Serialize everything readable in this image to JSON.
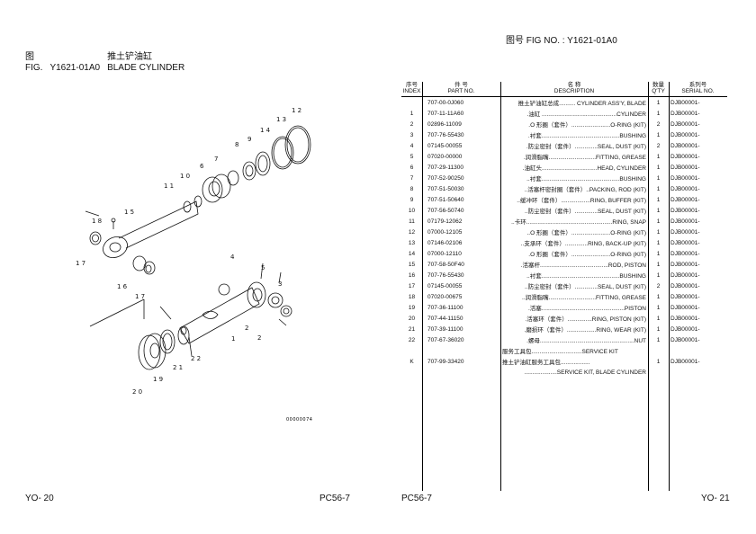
{
  "left_page": {
    "title_zh_prefix": "图",
    "title_en_prefix": "FIG.",
    "fig_no": "Y1621-01A0",
    "title_zh": "推土铲油缸",
    "title_en": "BLADE CYLINDER",
    "footer_left": "YO- 20",
    "footer_right": "PC56-7"
  },
  "right_page": {
    "fig_header": "图号  FIG NO.  : Y1621-01A0",
    "footer_left": "PC56-7",
    "footer_right": "YO- 21",
    "columns": {
      "index_zh": "序号",
      "index_en": "INDEX",
      "part_zh": "件    号",
      "part_en": "PART NO.",
      "desc_zh": "名            称",
      "desc_en": "DESCRIPTION",
      "qty_zh": "数量",
      "qty_en": "Q'TY",
      "serial_zh": "系列号",
      "serial_en": "SERIAL NO."
    },
    "rows": [
      {
        "index": "",
        "part": "707-00-0J060",
        "desc": "推土铲油缸总成.......... CYLINDER ASS'Y, BLADE",
        "qty": "1",
        "serial": "DJB00001-"
      },
      {
        "index": "1",
        "part": "707-11-11A60",
        "desc": ".油缸 ..............................................CYLINDER",
        "qty": "1",
        "serial": "DJB00001-"
      },
      {
        "index": "2",
        "part": "02896-11009",
        "desc": ".O 形圈（套件）........................O-RING (KIT)",
        "qty": "2",
        "serial": "DJB00001-"
      },
      {
        "index": "3",
        "part": "707-76-55430",
        "desc": ".衬套................................................BUSHING",
        "qty": "1",
        "serial": "DJB00001-"
      },
      {
        "index": "4",
        "part": "07145-00055",
        "desc": ".防尘密封（套件）..............SEAL, DUST (KIT)",
        "qty": "2",
        "serial": "DJB00001-"
      },
      {
        "index": "5",
        "part": "07020-00000",
        "desc": ".润滑脂嘴.............................FITTING, GREASE",
        "qty": "1",
        "serial": "DJB00001-"
      },
      {
        "index": "6",
        "part": "707-29-11300",
        "desc": ".油缸头..................................HEAD, CYLINDER",
        "qty": "1",
        "serial": "DJB00001-"
      },
      {
        "index": "7",
        "part": "707-52-90250",
        "desc": "..衬套................................................BUSHING",
        "qty": "1",
        "serial": "DJB00001-"
      },
      {
        "index": "8",
        "part": "707-51-50030",
        "desc": "..活塞杆密封圈（套件）..PACKING, ROD (KIT)",
        "qty": "1",
        "serial": "DJB00001-"
      },
      {
        "index": "9",
        "part": "707-51-50640",
        "desc": "..缓冲环（套件）..................RING, BUFFER (KIT)",
        "qty": "1",
        "serial": "DJB00001-"
      },
      {
        "index": "10",
        "part": "707-56-50740",
        "desc": "..防尘密封（套件）..............SEAL, DUST (KIT)",
        "qty": "1",
        "serial": "DJB00001-"
      },
      {
        "index": "11",
        "part": "07179-12062",
        "desc": "..卡环.....................................................RING, SNAP",
        "qty": "1",
        "serial": "DJB00001-"
      },
      {
        "index": "12",
        "part": "07000-12105",
        "desc": "..O 形圈（套件）........................O-RING (KIT)",
        "qty": "1",
        "serial": "DJB00001-"
      },
      {
        "index": "13",
        "part": "07146-02106",
        "desc": "..支承环（套件）..............RING, BACK-UP (KIT)",
        "qty": "1",
        "serial": "DJB00001-"
      },
      {
        "index": "14",
        "part": "07000-12110",
        "desc": ".O 形圈（套件）........................O-RING (KIT)",
        "qty": "1",
        "serial": "DJB00001-"
      },
      {
        "index": "15",
        "part": "707-58-50F40",
        "desc": ".活塞杆..........................................ROD, PISTON",
        "qty": "1",
        "serial": "DJB00001-"
      },
      {
        "index": "16",
        "part": "707-76-55430",
        "desc": "..衬套................................................BUSHING",
        "qty": "1",
        "serial": "DJB00001-"
      },
      {
        "index": "17",
        "part": "07145-00055",
        "desc": "..防尘密封（套件）..............SEAL, DUST (KIT)",
        "qty": "2",
        "serial": "DJB00001-"
      },
      {
        "index": "18",
        "part": "07020-00675",
        "desc": "..润滑脂嘴.............................FITTING, GREASE",
        "qty": "1",
        "serial": "DJB00001-"
      },
      {
        "index": "19",
        "part": "707-36-11100",
        "desc": ".活塞...................................................PISTON",
        "qty": "1",
        "serial": "DJB00001-"
      },
      {
        "index": "20",
        "part": "707-44-11150",
        "desc": ".活塞环（套件）...............RING, PISTON (KIT)",
        "qty": "1",
        "serial": "DJB00001-"
      },
      {
        "index": "21",
        "part": "707-39-11100",
        "desc": ".磨损环（套件）..................RING, WEAR (KIT)",
        "qty": "1",
        "serial": "DJB00001-"
      },
      {
        "index": "22",
        "part": "707-67-36020",
        "desc": ".螺母..........................................................NUT",
        "qty": "1",
        "serial": "DJB00001-"
      },
      {
        "index": "",
        "part": "",
        "desc": "服务工具包...............................SERVICE KIT",
        "qty": "",
        "serial": "",
        "left": true
      },
      {
        "index": "K",
        "part": "707-99-33420",
        "desc": "推土铲油缸服务工具包..................",
        "qty": "1",
        "serial": "DJB00001-",
        "left": true
      },
      {
        "index": "",
        "part": "",
        "desc": "....................SERVICE KIT, BLADE CYLINDER",
        "qty": "",
        "serial": ""
      }
    ]
  },
  "diagram": {
    "callouts": [
      "12",
      "13",
      "14",
      "9",
      "8",
      "7",
      "6",
      "10",
      "11",
      "15",
      "18",
      "17",
      "16",
      "17",
      "4",
      "5",
      "3",
      "2",
      "1",
      "2",
      "22",
      "21",
      "19",
      "20"
    ],
    "figure_code": "00000074"
  }
}
